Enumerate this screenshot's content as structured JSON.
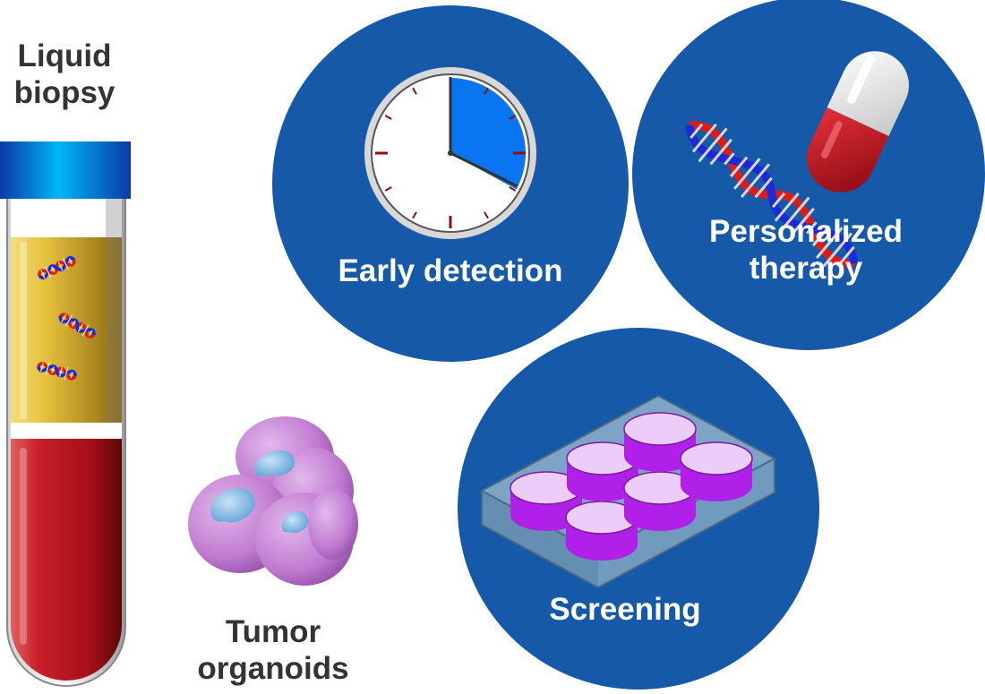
{
  "labels": {
    "liquid_biopsy": "Liquid\nbiopsy",
    "tumor_organoids": "Tumor\norganoids",
    "early_detection": "Early detection",
    "personalized_therapy": "Personalized\ntherapy",
    "screening": "Screening"
  },
  "colors": {
    "circle_blue": "#1659a8",
    "cap_blue": "#00aaf0",
    "blood_red": "#b3121c",
    "plasma_yellow": "#e8c23e",
    "clock_fill": "#0a75f0",
    "pill_red": "#b3121c",
    "well_purple": "#b020e8",
    "well_top": "#eccdfa",
    "organoid_purple": "#c07ad0",
    "nucleus_blue": "#8cc4ec",
    "dna_red": "#e01a1a",
    "dna_blue": "#1a2ad8",
    "label_dark": "#333333"
  },
  "icons": [
    "test-tube-icon",
    "clock-icon",
    "dna-icon",
    "pill-capsule-icon",
    "well-plate-icon",
    "organoid-icon"
  ],
  "clock_fraction_filled": 0.33
}
